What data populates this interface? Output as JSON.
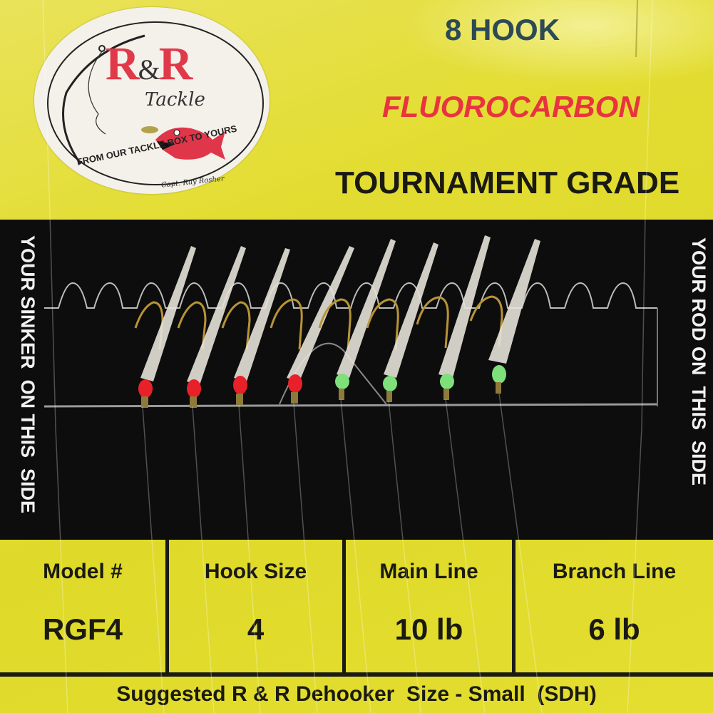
{
  "logo": {
    "brand_primary": "R",
    "brand_amp": "&",
    "brand_secondary": "R",
    "brand_sub": "Tackle",
    "slogan": "FROM OUR TACKLE BOX TO YOURS",
    "signature": "Capt. Ray Rosher"
  },
  "header": {
    "hook_count": "8 HOOK",
    "material": "FLUOROCARBON",
    "grade": "TOURNAMENT GRADE"
  },
  "side_labels": {
    "left": "YOUR SINKER  ON THIS  SIDE",
    "right": "YOUR ROD ON  THIS  SIDE"
  },
  "lures": [
    {
      "bead_color": "#e8202a",
      "bead": "red"
    },
    {
      "bead_color": "#e8202a",
      "bead": "red"
    },
    {
      "bead_color": "#e8202a",
      "bead": "red"
    },
    {
      "bead_color": "#e8202a",
      "bead": "red"
    },
    {
      "bead_color": "#7de07a",
      "bead": "green"
    },
    {
      "bead_color": "#7de07a",
      "bead": "green"
    },
    {
      "bead_color": "#7de07a",
      "bead": "green"
    },
    {
      "bead_color": "#7de07a",
      "bead": "green"
    }
  ],
  "specs": {
    "columns": [
      {
        "header": "Model #",
        "value": "RGF4"
      },
      {
        "header": "Hook Size",
        "value": "4"
      },
      {
        "header": "Main Line",
        "value": "10 lb"
      },
      {
        "header": "Branch Line",
        "value": "6 lb"
      }
    ],
    "footer": "Suggested R & R Dehooker  Size - Small  (SDH)"
  },
  "colors": {
    "card_yellow": "#e2dc2a",
    "band_black": "#0d0d0d",
    "fluoro_red": "#e8343f",
    "hook_count_blue": "#2c4a55",
    "logo_red": "#e03a4a"
  }
}
